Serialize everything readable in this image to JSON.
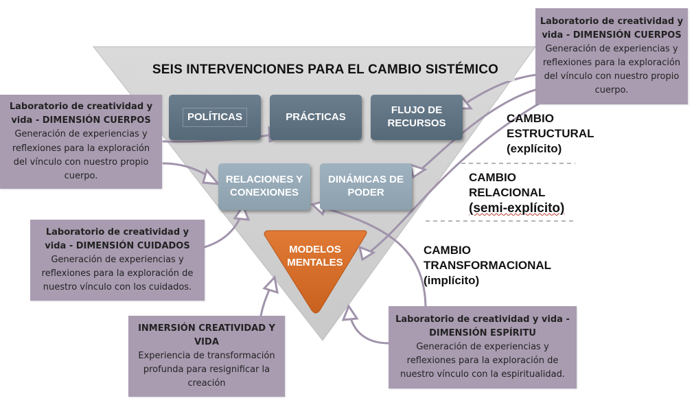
{
  "title": "SEIS INTERVENCIONES PARA EL CAMBIO SISTÉMICO",
  "blocks": {
    "politicas": "POLÍTICAS",
    "practicas": "PRÁCTICAS",
    "flujo": "FLUJO DE RECURSOS",
    "relaciones": "RELACIONES Y CONEXIONES",
    "dinamicas": "DINÁMICAS DE PODER",
    "modelos": "MODELOS MENTALES"
  },
  "levels": {
    "estructural": {
      "line1": "CAMBIO",
      "line2": "ESTRUCTURAL",
      "line3": "(explícito)"
    },
    "relacional": {
      "line1": "CAMBIO",
      "line2": "RELACIONAL",
      "line3": "(semi-explícito)"
    },
    "transformacional": {
      "line1": "CAMBIO",
      "line2": "TRANSFORMACIONAL",
      "line3": "(implícito)"
    }
  },
  "cards": {
    "cuerpos_top": {
      "title": "Laboratorio de creatividad y vida - DIMENSIÓN CUERPOS",
      "body": "Generación de experiencias y reflexiones para la exploración del vínculo con nuestro propio cuerpo."
    },
    "cuerpos_left": {
      "title": "Laboratorio de creatividad y vida - DIMENSIÓN CUERPOS",
      "body": "Generación de experiencias y reflexiones para la exploración del vínculo con nuestro propio cuerpo."
    },
    "cuidados": {
      "title": "Laboratorio de creatividad y vida - DIMENSIÓN CUIDADOS",
      "body": "Generación de experiencias y reflexiones para la exploración de nuestro vínculo con los cuidados."
    },
    "inmersion": {
      "title": "INMERSIÓN CREATIVIDAD Y VIDA",
      "body": "Experiencia de transformación profunda para resignificar la creación"
    },
    "espiritu": {
      "title": "Laboratorio de creatividad y vida - DIMENSIÓN ESPÍRITU",
      "body": "Generación de experiencias y reflexiones para la exploración de nuestro vínculo con la espiritualidad."
    }
  },
  "colors": {
    "triangle": "#d6d6d6",
    "card": "#a99cb1",
    "connector": "#a093ab",
    "dark_block": "#5f7282",
    "light_block": "#97aab8",
    "modelos": "#d9722f"
  }
}
